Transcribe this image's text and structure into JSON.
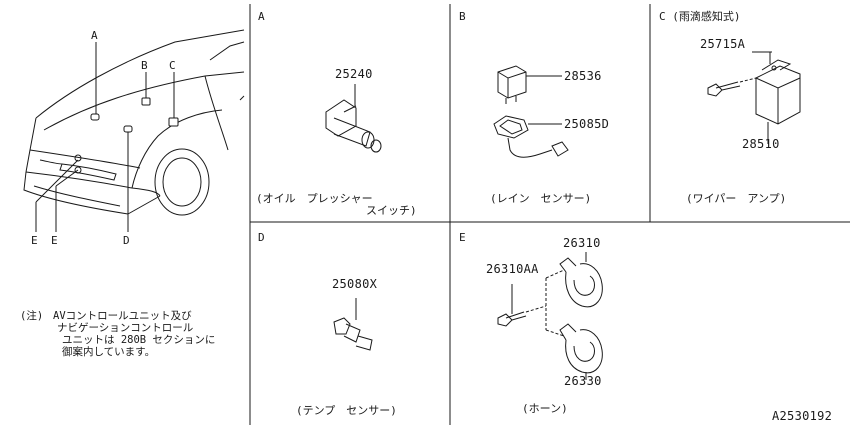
{
  "overview": {
    "callouts": [
      "A",
      "B",
      "C",
      "D",
      "E",
      "E"
    ],
    "note": {
      "prefix": "(注)",
      "lines": [
        "AVコントロールユニット及び",
        "ナビゲーションコントロール",
        "ユニットは 280B セクションに",
        "御案内しています。"
      ]
    }
  },
  "panels": {
    "A": {
      "label": "A",
      "parts": [
        "25240"
      ],
      "caption_lines": [
        "(オイル　プレッシャー",
        "スイッチ)"
      ]
    },
    "B": {
      "label": "B",
      "parts": [
        "28536",
        "25085D"
      ],
      "caption": "(レイン　センサー)"
    },
    "C": {
      "label": "C (雨滴感知式)",
      "parts": [
        "25715A",
        "28510"
      ],
      "caption": "(ワイパー　アンプ)"
    },
    "D": {
      "label": "D",
      "parts": [
        "25080X"
      ],
      "caption": "(テンプ　センサー)"
    },
    "E": {
      "label": "E",
      "parts": [
        "26310",
        "26310AA",
        "26330"
      ],
      "caption": "(ホーン)"
    }
  },
  "figure_id": "A2530192",
  "colors": {
    "ink": "#1a1a1a",
    "background": "#ffffff"
  }
}
